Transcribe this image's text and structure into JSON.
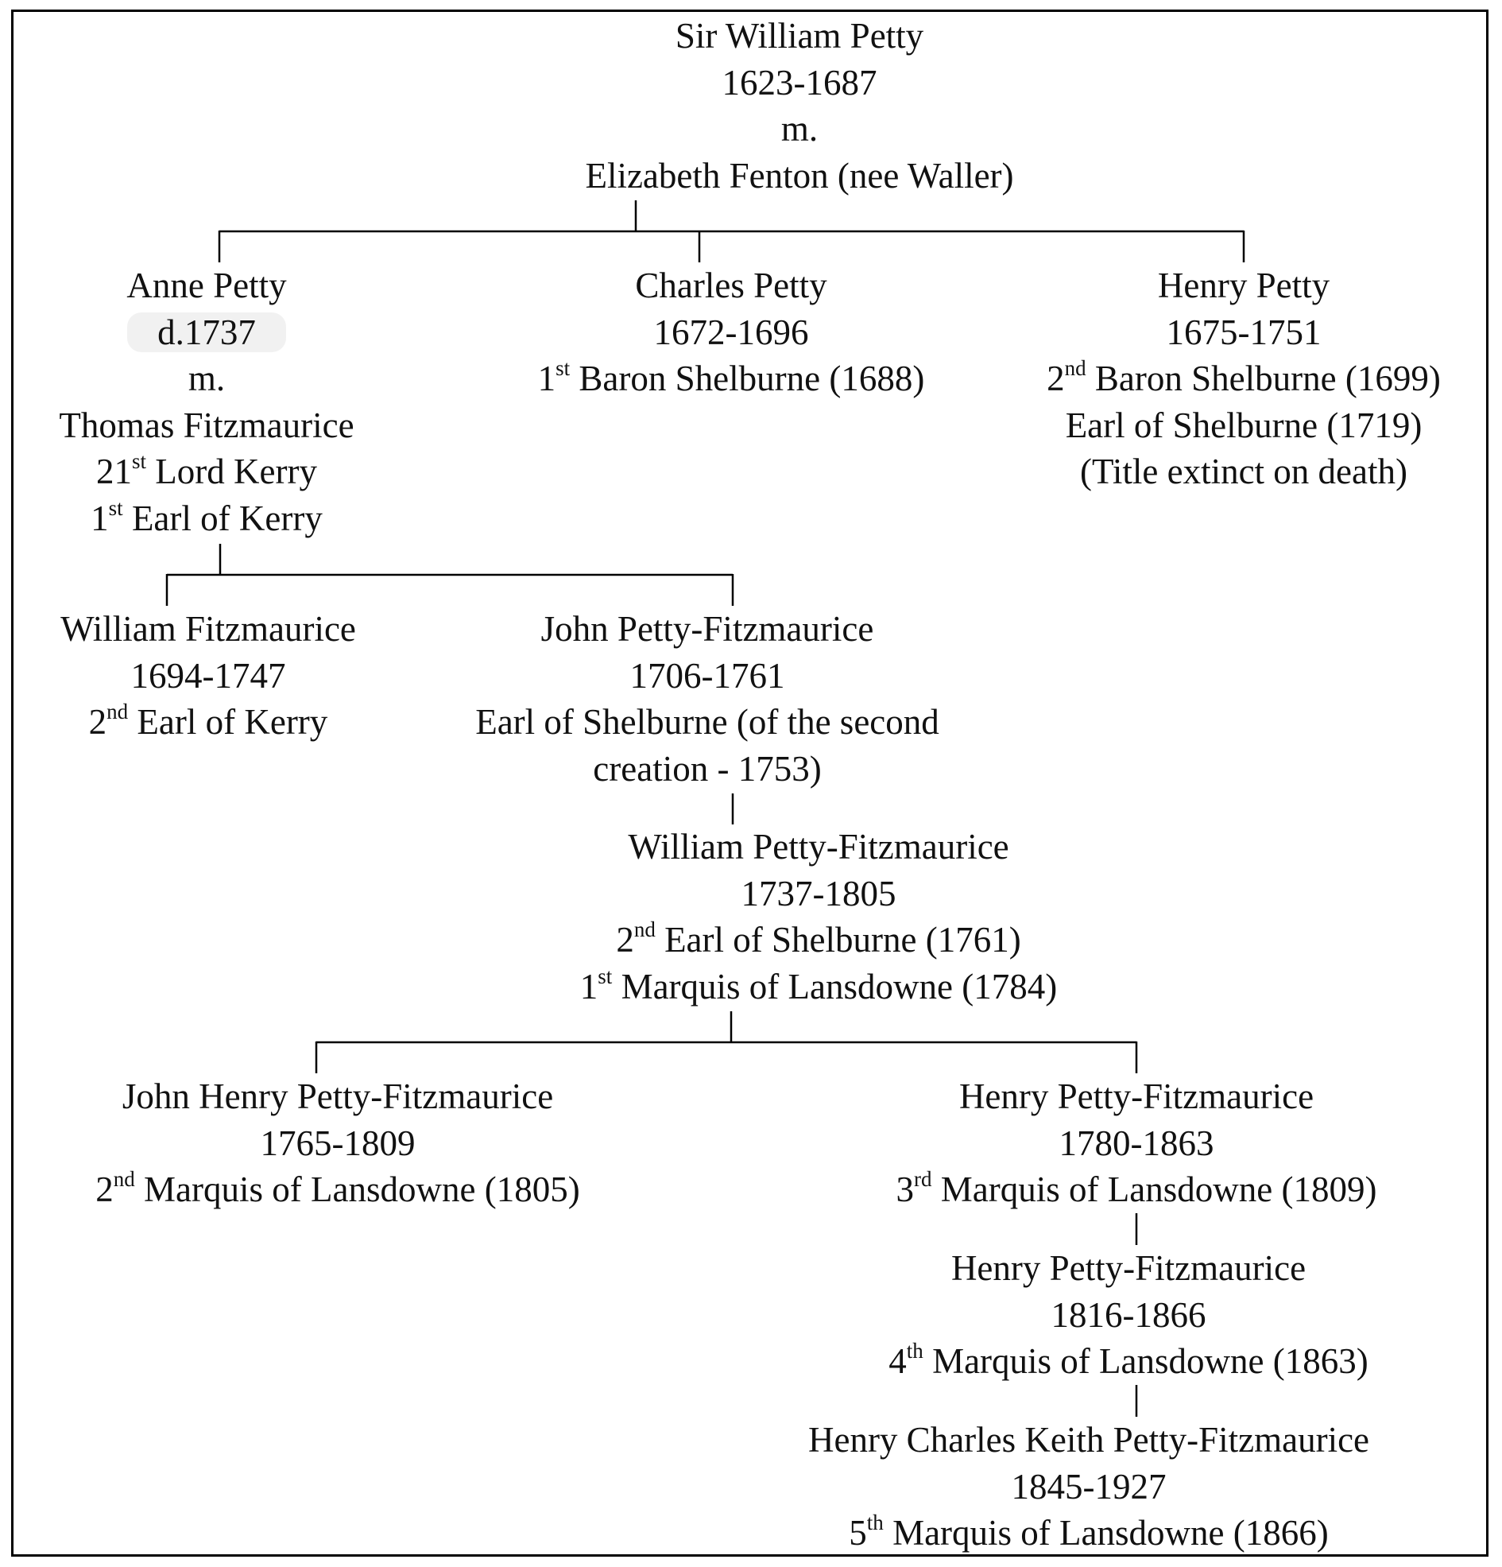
{
  "root": {
    "name": "Sir William Petty",
    "dates": "1623-1687",
    "marriage": "m.",
    "spouse": "Elizabeth Fenton (nee Waller)"
  },
  "anne": {
    "name": "Anne Petty",
    "death": "d.1737",
    "marriage": "m.",
    "spouse": "Thomas Fitzmaurice",
    "title1_ord": "21",
    "title1_sup": "st",
    "title1_rest": " Lord Kerry",
    "title2_ord": "1",
    "title2_sup": "st",
    "title2_rest": " Earl of Kerry"
  },
  "charles": {
    "name": "Charles Petty",
    "dates": "1672-1696",
    "title_ord": "1",
    "title_sup": "st",
    "title_rest": " Baron Shelburne (1688)"
  },
  "henry": {
    "name": "Henry Petty",
    "dates": "1675-1751",
    "title_ord": "2",
    "title_sup": "nd",
    "title_rest": " Baron Shelburne (1699)",
    "title2": "Earl of Shelburne (1719)",
    "note": "(Title extinct on  death)"
  },
  "william_fitz": {
    "name": "William Fitzmaurice",
    "dates": "1694-1747",
    "title_ord": "2",
    "title_sup": "nd",
    "title_rest": " Earl of Kerry"
  },
  "john_pf": {
    "name": "John Petty-Fitzmaurice",
    "dates": "1706-1761",
    "title_line1": "Earl of Shelburne (of the second",
    "title_line2": "creation - 1753)"
  },
  "william_pf": {
    "name": "William Petty-Fitzmaurice",
    "dates": "1737-1805",
    "title1_ord": "2",
    "title1_sup": "nd",
    "title1_rest": " Earl of Shelburne (1761)",
    "title2_ord": "1",
    "title2_sup": "st",
    "title2_rest": " Marquis of Lansdowne (1784)"
  },
  "john_henry": {
    "name": "John Henry Petty-Fitzmaurice",
    "dates": "1765-1809",
    "title_ord": "2",
    "title_sup": "nd",
    "title_rest": " Marquis of Lansdowne (1805)"
  },
  "henry_3": {
    "name": "Henry Petty-Fitzmaurice",
    "dates": "1780-1863",
    "title_ord": "3",
    "title_sup": "rd",
    "title_rest": " Marquis of Lansdowne (1809)"
  },
  "henry_4": {
    "name": "Henry Petty-Fitzmaurice",
    "dates": "1816-1866",
    "title_ord": "4",
    "title_sup": "th",
    "title_rest": "  Marquis of Lansdowne (1863)"
  },
  "henry_5": {
    "name": "Henry Charles Keith Petty-Fitzmaurice",
    "dates": "1845-1927",
    "title_ord": "5",
    "title_sup": "th",
    "title_rest": "  Marquis of Lansdowne (1866)"
  }
}
